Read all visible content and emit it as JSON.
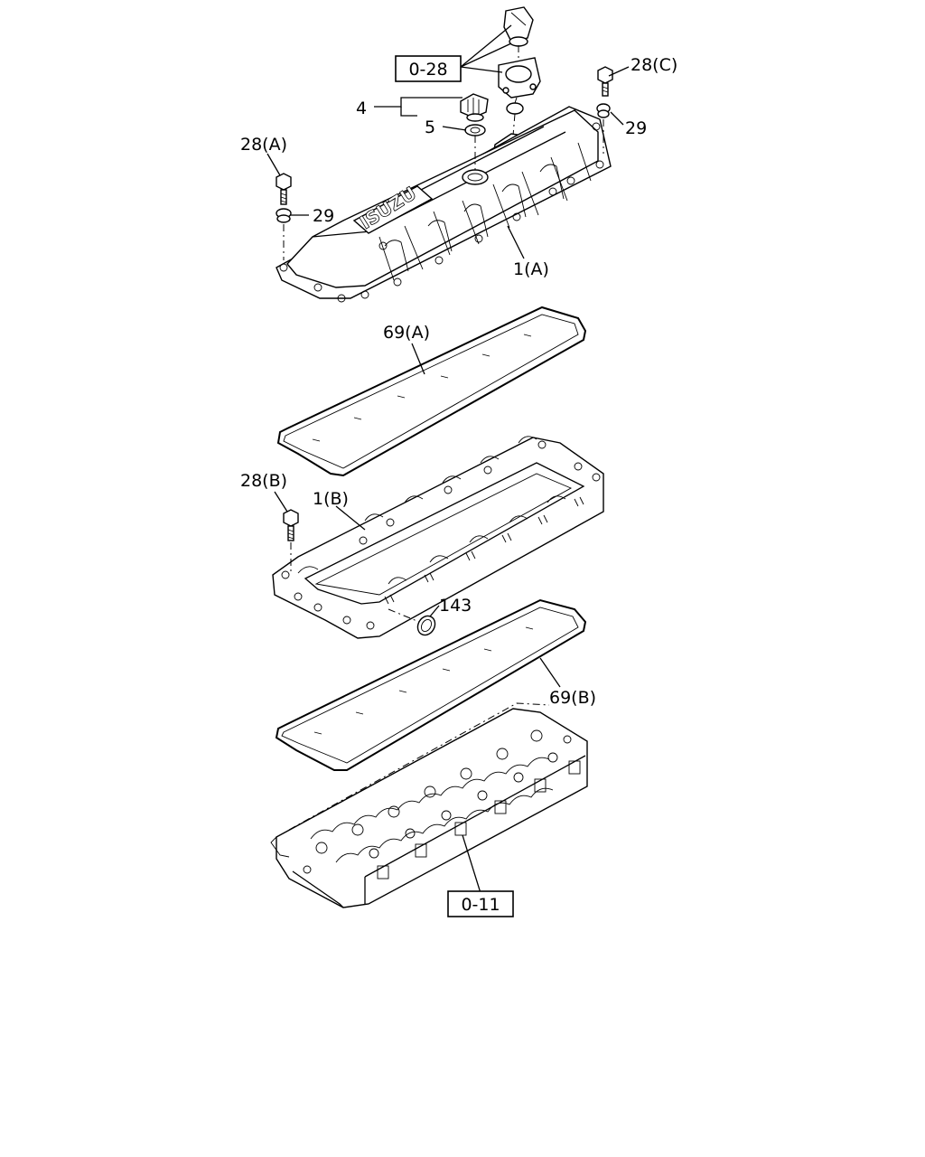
{
  "callouts": {
    "ref_top": "0-28",
    "ref_bottom": "0-11",
    "c28c": "28(C)",
    "c29_right": "29",
    "c4": "4",
    "c5": "5",
    "c28a": "28(A)",
    "c29_left": "29",
    "c1a": "1(A)",
    "c69a": "69(A)",
    "c28b": "28(B)",
    "c1b": "1(B)",
    "c143": "143",
    "c69b": "69(B)"
  },
  "cover_logo": "ISUZU"
}
